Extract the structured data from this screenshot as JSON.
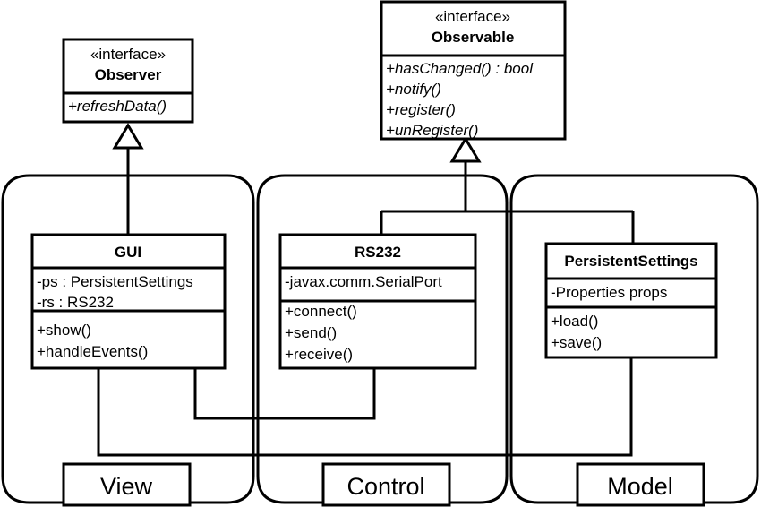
{
  "diagram": {
    "title": "MVC UML class diagram",
    "stroke_color": "#000000",
    "fill_color": "#ffffff"
  },
  "interfaces": [
    {
      "id": "observer",
      "stereotype": "«interface»",
      "name": "Observer",
      "operations": [
        "+refreshData()"
      ]
    },
    {
      "id": "observable",
      "stereotype": "«interface»",
      "name": "Observable",
      "operations": [
        "+hasChanged() : bool",
        "+notify()",
        "+register()",
        "+unRegister()"
      ]
    }
  ],
  "classes": [
    {
      "id": "gui",
      "name": "GUI",
      "attributes": [
        "-ps : PersistentSettings",
        "-rs : RS232"
      ],
      "operations": [
        "+show()",
        "+handleEvents()"
      ]
    },
    {
      "id": "rs232",
      "name": "RS232",
      "attributes": [
        "-javax.comm.SerialPort"
      ],
      "operations": [
        "+connect()",
        "+send()",
        "+receive()"
      ]
    },
    {
      "id": "persistentsettings",
      "name": "PersistentSettings",
      "attributes": [
        "-Properties props"
      ],
      "operations": [
        "+load()",
        "+save()"
      ]
    }
  ],
  "packages": [
    {
      "id": "view",
      "label": "View"
    },
    {
      "id": "control",
      "label": "Control"
    },
    {
      "id": "model",
      "label": "Model"
    }
  ],
  "relations": [
    {
      "from": "gui",
      "to": "observer",
      "type": "realization"
    },
    {
      "from": "rs232",
      "to": "observable",
      "type": "realization"
    },
    {
      "from": "persistentsettings",
      "to": "observable",
      "type": "realization"
    },
    {
      "from": "gui",
      "to": "rs232",
      "type": "association"
    },
    {
      "from": "gui",
      "to": "persistentsettings",
      "type": "association"
    }
  ]
}
